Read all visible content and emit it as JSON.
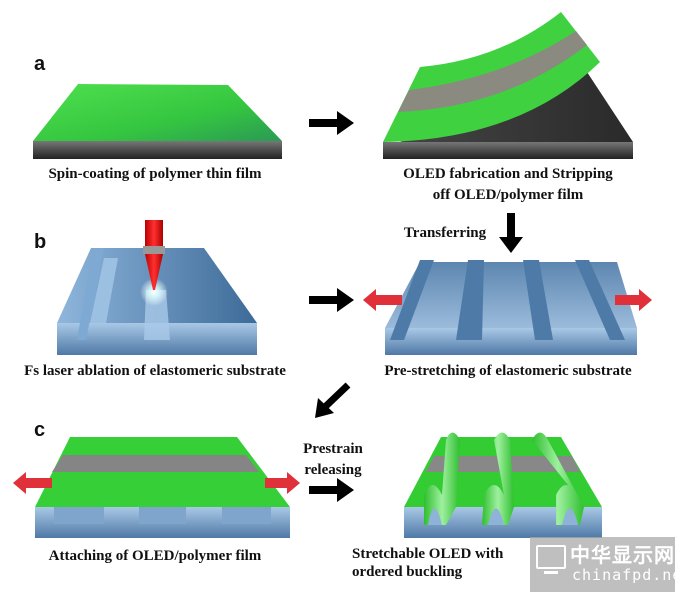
{
  "panels": {
    "a": {
      "label": "a",
      "step1_caption": "Spin-coating of polymer thin film",
      "step2_caption_line1": "OLED fabrication and Stripping",
      "step2_caption_line2": "off OLED/polymer film"
    },
    "transfer_label": "Transferring",
    "b": {
      "label": "b",
      "step1_caption": "Fs laser ablation of elastomeric substrate",
      "step2_caption": "Pre-stretching of elastomeric substrate"
    },
    "c": {
      "label": "c",
      "release_line1": "Prestrain",
      "release_line2": "releasing",
      "step1_caption": "Attaching of OLED/polymer film",
      "step2_caption": "Stretchable OLED with ordered buckling"
    }
  },
  "watermark": {
    "chinese": "中华显示网",
    "site": "chinafpd.net"
  },
  "colors": {
    "oled_green": "#3fd13f",
    "substrate_blue": "#5b89b8",
    "stretch_arrow": "#e0303a",
    "laser_red": "#e01818"
  }
}
